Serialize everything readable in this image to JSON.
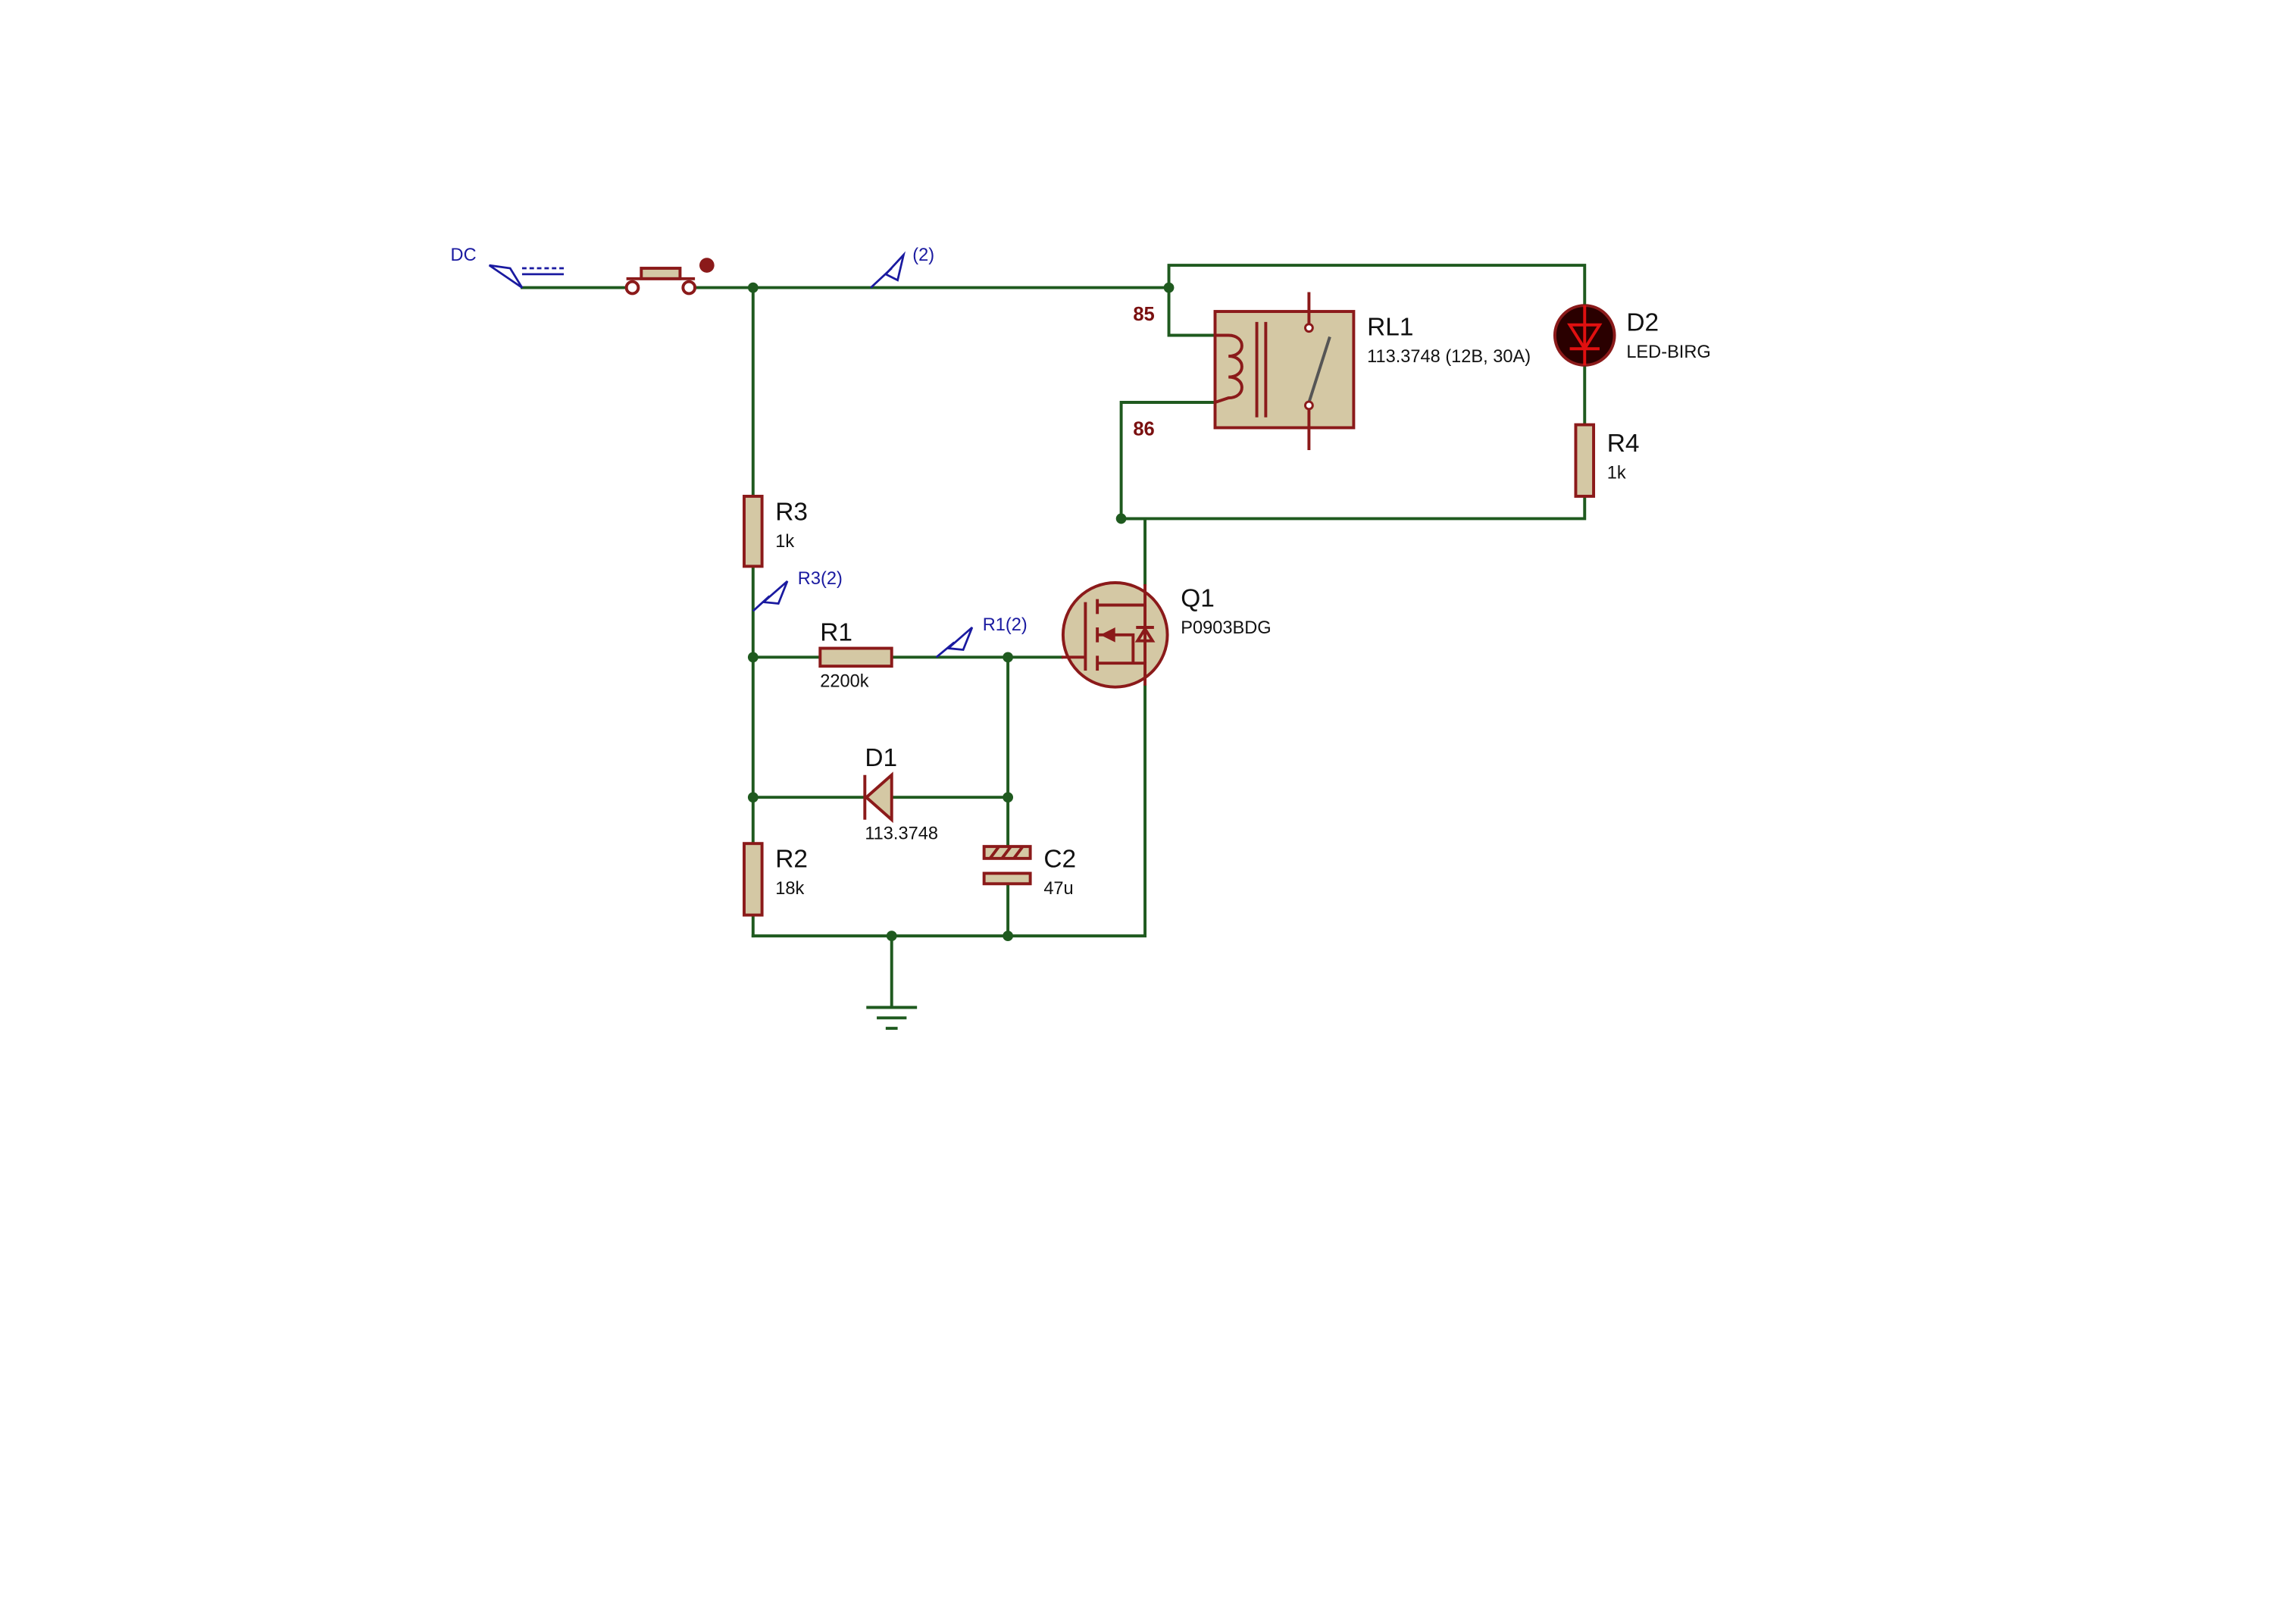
{
  "components": {
    "dc_source": {
      "label": "DC"
    },
    "probe_main": {
      "label": "(2)"
    },
    "relay": {
      "ref": "RL1",
      "value": "113.3748 (12В, 30А)",
      "pin_85": "85",
      "pin_86": "86"
    },
    "led": {
      "ref": "D2",
      "value": "LED-BIRG"
    },
    "r4": {
      "ref": "R4",
      "value": "1k"
    },
    "r3": {
      "ref": "R3",
      "value": "1k"
    },
    "probe_r3": {
      "label": "R3(2)"
    },
    "r1": {
      "ref": "R1",
      "value": "2200k"
    },
    "probe_r1": {
      "label": "R1(2)"
    },
    "q1": {
      "ref": "Q1",
      "value": "P0903BDG"
    },
    "d1": {
      "ref": "D1",
      "value": "113.3748"
    },
    "r2": {
      "ref": "R2",
      "value": "18k"
    },
    "c2": {
      "ref": "C2",
      "value": "47u"
    }
  },
  "colors": {
    "wire": "#1f5a1f",
    "component_outline": "#8b1a1a",
    "component_body": "#d4c8a4",
    "probe": "#1a1aa0",
    "led_lit": "#e01010"
  }
}
